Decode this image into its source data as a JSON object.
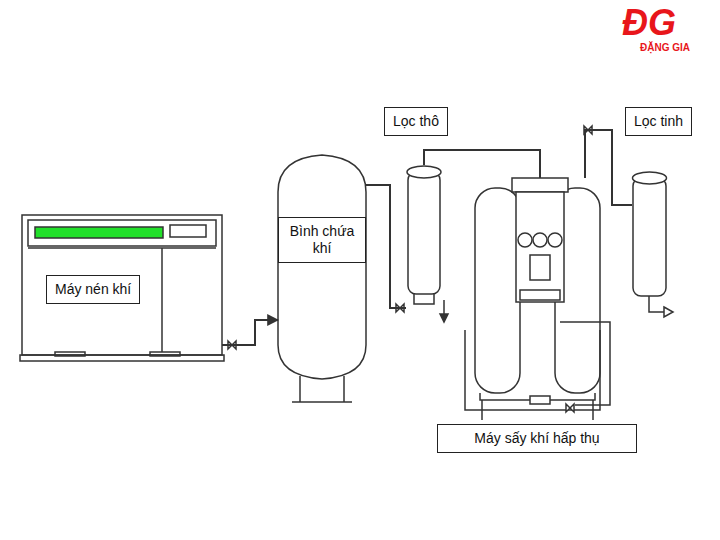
{
  "diagram": {
    "nodes": [
      {
        "text": [
          "Máy nén khí"
        ]
      },
      {
        "text": [
          "Bình chứa khí"
        ]
      },
      {
        "text": [
          "Lọc thô"
        ]
      },
      {
        "text": [
          "Máy sấy khí hấp thụ"
        ]
      },
      {
        "text": [
          "Lọc tinh"
        ]
      }
    ],
    "edges": [
      {
        "from": 0,
        "to": 1,
        "arrow": "to"
      },
      {
        "from": 1,
        "to": 2,
        "arrow": "none"
      },
      {
        "from": 2,
        "to": 3,
        "arrow": "none"
      },
      {
        "from": 3,
        "to": 4,
        "arrow": "none"
      }
    ],
    "labels": [
      "ĐG",
      "ĐẶNG GIA"
    ]
  }
}
